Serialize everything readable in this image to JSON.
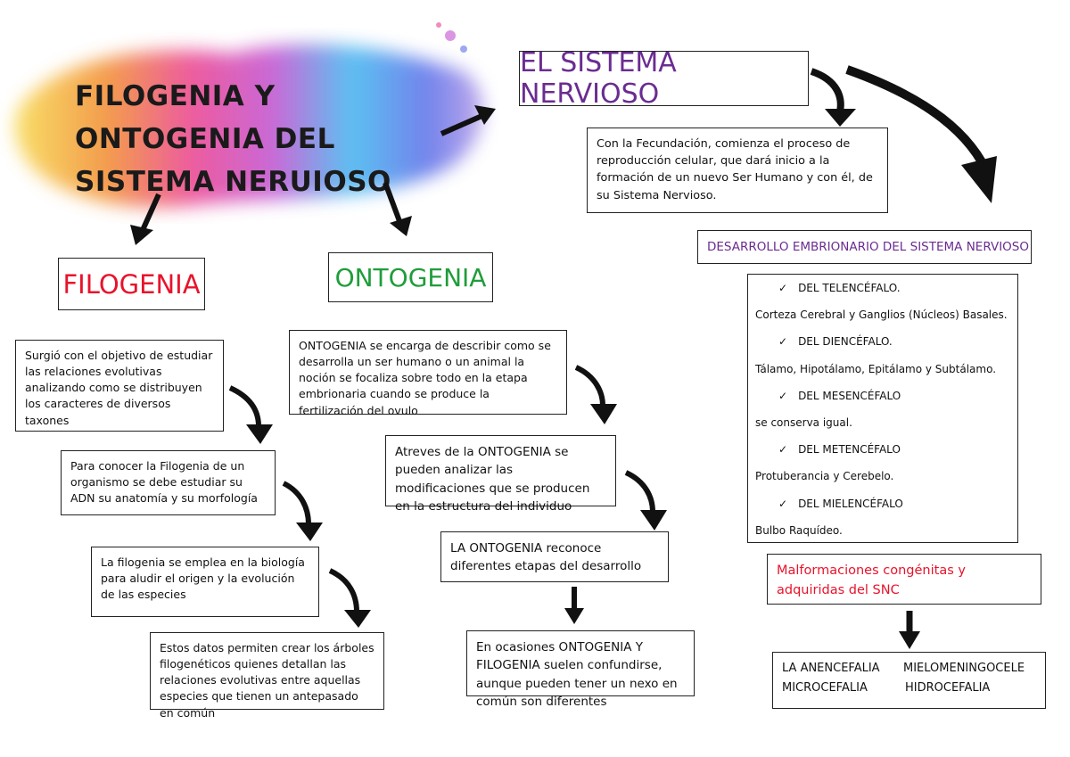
{
  "title": "FILOGENIA Y ONTOGENIA DEL SISTEMA NERUIOSO",
  "nodes": {
    "sistema": "EL SISTEMA NERVIOSO",
    "fecundacion": "Con la Fecundación, comienza el proceso de reproducción celular, que dará inicio a la formación de un nuevo Ser Humano y con él, de su Sistema Nervioso.",
    "desarrollo": "DESARROLLO EMBRIONARIO DEL SISTEMA NERVIOSO",
    "filogenia": "FILOGENIA",
    "ontogenia": "ONTOGENIA",
    "filo1": "Surgió con el objetivo de estudiar las relaciones evolutivas analizando como se distribuyen los caracteres de diversos taxones",
    "filo2": "Para conocer la Filogenia de un organismo se debe estudiar su ADN su anatomía y su morfología",
    "filo3": "La filogenia se emplea en la biología para aludir el origen y la evolución de las especies",
    "filo4": "Estos datos permiten crear los árboles filogenéticos quienes detallan las relaciones evolutivas entre aquellas especies que tienen un antepasado en común",
    "onto1": "ONTOGENIA se encarga de describir como se desarrolla un ser humano o un animal la noción se focaliza sobre todo en la etapa embrionaria cuando se produce la fertilización del ovulo",
    "onto2": "Atreves de la ONTOGENIA se pueden analizar las modificaciones que se producen en la estructura del individuo",
    "onto3": "LA ONTOGENIA reconoce diferentes etapas del desarrollo",
    "onto4": "En ocasiones ONTOGENIA Y FILOGENIA suelen confundirse, aunque pueden tener un nexo en común son diferentes",
    "malformaciones": "Malformaciones congénitas y adquiridas del SNC",
    "malf_items": [
      "LA ANENCEFALIA",
      "MIELOMENINGOCELE",
      "MICROCEFALIA",
      "HIDROCEFALIA"
    ]
  },
  "embrionario_list": [
    {
      "check": "✓",
      "label": "DEL TELENCÉFALO."
    },
    {
      "label": "Corteza Cerebral y Ganglios (Núcleos) Basales."
    },
    {
      "check": "✓",
      "label": "DEL DIENCÉFALO."
    },
    {
      "label": "Tálamo, Hipotálamo, Epitálamo y Subtálamo."
    },
    {
      "check": "✓",
      "label": "DEL MESENCÉFALO"
    },
    {
      "label": "se conserva igual."
    },
    {
      "check": "✓",
      "label": "DEL METENCÉFALO"
    },
    {
      "label": "Protuberancia y Cerebelo."
    },
    {
      "check": "✓",
      "label": "DEL MIELENCÉFALO"
    },
    {
      "label": "Bulbo Raquídeo."
    }
  ],
  "colors": {
    "filogenia": "#e8132b",
    "ontogenia": "#1f9d3a",
    "sistema": "#6b2c91",
    "malformaciones": "#e8132b"
  }
}
